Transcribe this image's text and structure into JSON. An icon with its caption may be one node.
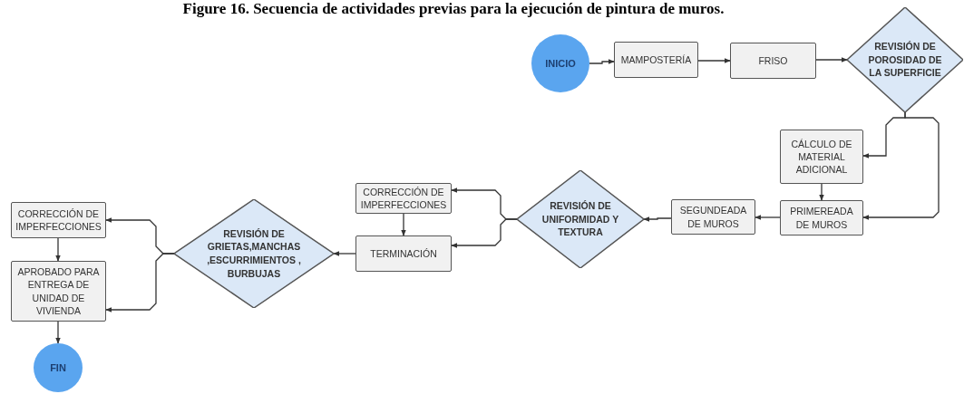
{
  "diagram": {
    "title": "Figure 16. Secuencia de actividades previas para la ejecución de pintura de muros.",
    "nodes": [
      {
        "text": [
          "INICIO"
        ]
      },
      {
        "text": [
          "MAMPOSTERÍA"
        ]
      },
      {
        "text": [
          "FRISO"
        ]
      },
      {
        "text": [
          "REVISIÓN DE POROSIDAD DE LA SUPERFICIE"
        ]
      },
      {
        "text": [
          "CÁLCULO DE MATERIAL ADICIONAL"
        ]
      },
      {
        "text": [
          "PRIMEREADA DE MUROS"
        ]
      },
      {
        "text": [
          "SEGUNDEADA DE MUROS"
        ]
      },
      {
        "text": [
          "REVISIÓN DE UNIFORMIDAD Y TEXTURA"
        ]
      },
      {
        "text": [
          "CORRECCIÓN DE IMPERFECCIONES"
        ]
      },
      {
        "text": [
          "TERMINACIÓN"
        ]
      },
      {
        "text": [
          "REVISIÓN DE GRIETAS,MANCHAS ,ESCURRIMIENTOS , BURBUJAS"
        ]
      },
      {
        "text": [
          "CORRECCIÓN DE IMPERFECCIONES"
        ]
      },
      {
        "text": [
          "APROBADO PARA ENTREGA DE UNIDAD DE VIVIENDA"
        ]
      },
      {
        "text": [
          "FIN"
        ]
      }
    ],
    "edges": [
      {
        "from": 0,
        "to": 1,
        "arrow": "to"
      },
      {
        "from": 1,
        "to": 2,
        "arrow": "to"
      },
      {
        "from": 2,
        "to": 3,
        "arrow": "to"
      },
      {
        "from": 3,
        "to": 4,
        "arrow": "to"
      },
      {
        "from": 3,
        "to": 5,
        "arrow": "to"
      },
      {
        "from": 4,
        "to": 5,
        "arrow": "to"
      },
      {
        "from": 5,
        "to": 6,
        "arrow": "to"
      },
      {
        "from": 6,
        "to": 7,
        "arrow": "to"
      },
      {
        "from": 7,
        "to": 8,
        "arrow": "to"
      },
      {
        "from": 7,
        "to": 9,
        "arrow": "to"
      },
      {
        "from": 8,
        "to": 9,
        "arrow": "to"
      },
      {
        "from": 9,
        "to": 10,
        "arrow": "to"
      },
      {
        "from": 10,
        "to": 11,
        "arrow": "to"
      },
      {
        "from": 10,
        "to": 12,
        "arrow": "to"
      },
      {
        "from": 11,
        "to": 12,
        "arrow": "to"
      },
      {
        "from": 12,
        "to": 13,
        "arrow": "to"
      }
    ]
  }
}
